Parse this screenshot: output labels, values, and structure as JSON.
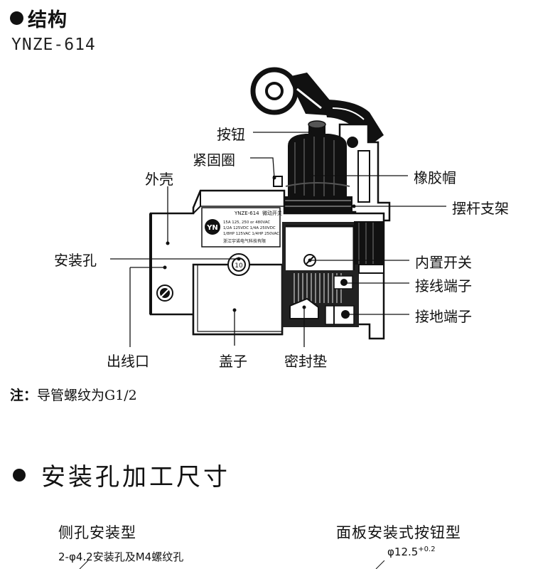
{
  "section1": {
    "title": "结构",
    "model": "YNZE-614"
  },
  "device": {
    "plate_model": "YNZE-614",
    "plate_type": "微动开关",
    "plate_logo": "YN",
    "rating_lines": [
      "15A 125, 250 or 480VAC",
      "1/2A 125VDC 1/4A 250VDC",
      "1/8HP 125VAC 1/4HP 250VAC"
    ],
    "maker": "浙江宇诺电气科技有限",
    "terminal_mark": "10"
  },
  "labels": {
    "button": "按钮",
    "clamp_ring": "紧固圈",
    "housing": "外壳",
    "rubber_cap": "橡胶帽",
    "lever_bracket": "摆杆支架",
    "mount_hole": "安装孔",
    "internal_switch": "内置开关",
    "wire_terminal": "接线端子",
    "ground_terminal": "接地端子",
    "outlet": "出线口",
    "cover": "盖子",
    "seal": "密封垫"
  },
  "note": {
    "prefix": "注：",
    "text": "导管螺纹为G1/2"
  },
  "section2": {
    "title": "安装孔加工尺寸"
  },
  "side_type": {
    "title": "侧孔安装型",
    "spec": "2-φ4.2安装孔及M4螺纹孔"
  },
  "panel_type": {
    "title": "面板安装式按钮型",
    "dim_main": "φ12.5",
    "dim_tol": "+0.2"
  }
}
